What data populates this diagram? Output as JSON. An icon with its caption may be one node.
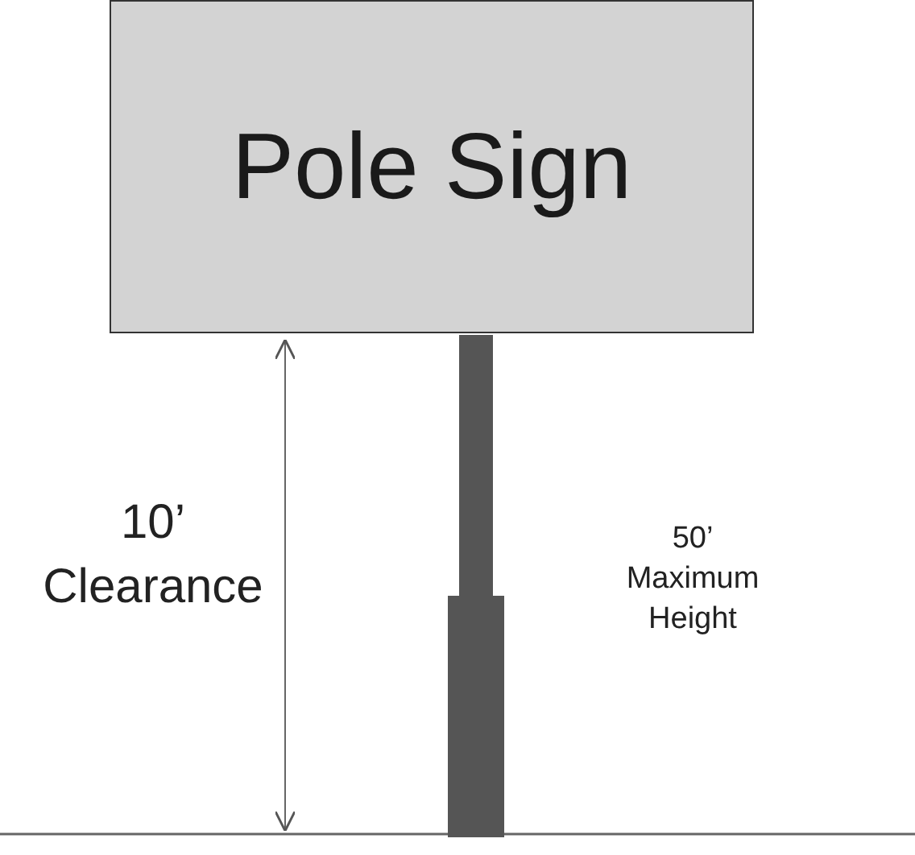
{
  "diagram": {
    "nodes": [
      {
        "text": [
          "Pole Sign"
        ]
      }
    ],
    "labels": [
      "10’ Clearance",
      "50’ Maximum Height"
    ]
  }
}
